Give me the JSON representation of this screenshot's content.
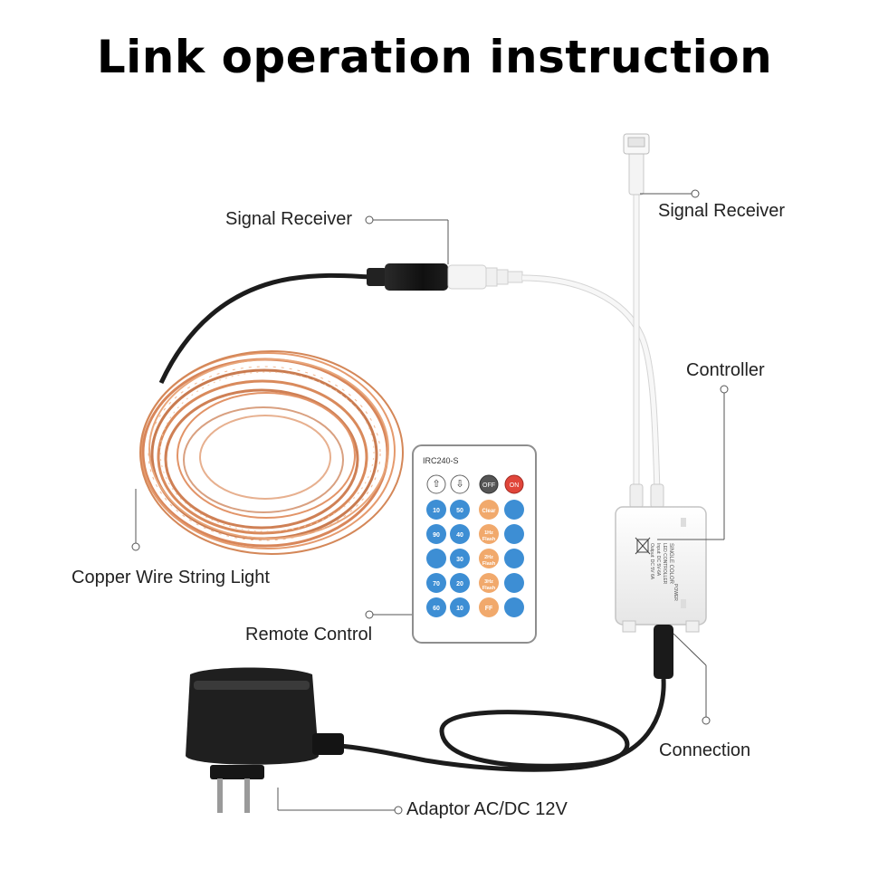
{
  "title": "Link operation instruction",
  "labels": {
    "signal_receiver_left": "Signal Receiver",
    "signal_receiver_right": "Signal Receiver",
    "controller": "Controller",
    "copper_wire": "Copper Wire String Light",
    "remote_control": "Remote Control",
    "connection": "Connection",
    "adaptor": "Adaptor AC/DC 12V"
  },
  "remote": {
    "model": "IRC240-S",
    "top_row": [
      "⇧",
      "⇩",
      "OFF",
      "ON"
    ],
    "rows": [
      [
        "10",
        "50",
        "Clear",
        ""
      ],
      [
        "90",
        "40",
        "1Hz\nFlash",
        ""
      ],
      [
        "",
        "30",
        "2Hz\nFlash",
        ""
      ],
      [
        "70",
        "20",
        "3Hz\nFlash",
        ""
      ],
      [
        "60",
        "10",
        "FF",
        ""
      ]
    ]
  },
  "controller_box": {
    "line1": "SINGLE COLOR",
    "line2": "LED CONTROLLER",
    "line3": "Input: DC 5V-6A",
    "line4": "Output: DC 5V 6A",
    "line5": "POWER"
  },
  "colors": {
    "copper": "#d8865a",
    "cable_black": "#1c1c1c",
    "cable_white": "#f2f2f2",
    "remote_blue": "#3d8ed4",
    "remote_orange": "#f1a96c",
    "remote_on": "#e0453a",
    "leader_line": "#555555"
  }
}
